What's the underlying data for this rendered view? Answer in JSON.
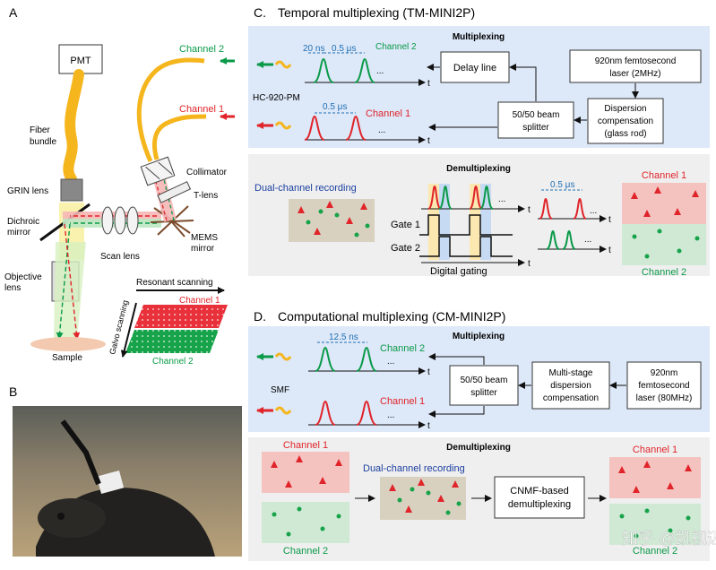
{
  "panels": {
    "a": "A",
    "b": "B",
    "c": "C.",
    "d": "D."
  },
  "panel_a": {
    "pmt": "PMT",
    "fiber_bundle_1": "Fiber",
    "fiber_bundle_2": "bundle",
    "grin_lens": "GRIN lens",
    "dichroic_1": "Dichroic",
    "dichroic_2": "mirror",
    "objective_1": "Objective",
    "objective_2": "lens",
    "sample": "Sample",
    "scan_lens": "Scan lens",
    "mems_1": "MEMS",
    "mems_2": "mirror",
    "t_lens": "T-lens",
    "collimator": "Collimator",
    "channel_2": "Channel 2",
    "channel_1": "Channel 1",
    "resonant_scanning": "Resonant scanning",
    "galvo_scanning": "Galvo scanning",
    "raster_channel_1": "Channel 1",
    "raster_channel_2": "Channel 2"
  },
  "panel_c": {
    "title": "Temporal multiplexing (TM-MINI2P)",
    "multiplexing": "Multiplexing",
    "delay_20ns": "20 ns",
    "period_ch2": "0.5 μs",
    "period_ch1": "0.5 μs",
    "channel_2": "Channel 2",
    "channel_1": "Channel 1",
    "fiber": "HC-920-PM",
    "t": "t",
    "ellipsis": "...",
    "delay_line": "Delay line",
    "laser_1": "920nm femtosecond",
    "laser_2": "laser (2MHz)",
    "splitter_1": "50/50 beam",
    "splitter_2": "splitter",
    "dispersion_1": "Dispersion",
    "dispersion_2": "compensation",
    "dispersion_3": "(glass rod)",
    "demultiplexing": "Demultiplexing",
    "dual_channel": "Dual-channel recording",
    "gate_1": "Gate 1",
    "gate_2": "Gate 2",
    "digital_gating": "Digital gating",
    "period_out": "0.5 μs",
    "out_channel_1": "Channel 1",
    "out_channel_2": "Channel 2"
  },
  "panel_d": {
    "title": "Computational multiplexing (CM-MINI2P)",
    "multiplexing": "Multiplexing",
    "delay_12ns": "12.5 ns",
    "channel_2": "Channel 2",
    "channel_1": "Channel 1",
    "fiber": "SMF",
    "t": "t",
    "ellipsis": "...",
    "splitter_1": "50/50 beam",
    "splitter_2": "splitter",
    "dispersion_1": "Multi-stage",
    "dispersion_2": "dispersion",
    "dispersion_3": "compensation",
    "laser_1": "920nm",
    "laser_2": "femtosecond",
    "laser_3": "laser (80MHz)",
    "demultiplexing": "Demultiplexing",
    "in_channel_1": "Channel 1",
    "in_channel_2": "Channel 2",
    "dual_channel": "Dual-channel recording",
    "cnmf_1": "CNMF-based",
    "cnmf_2": "demultiplexing",
    "out_channel_1": "Channel 1",
    "out_channel_2": "Channel 2"
  },
  "watermark": "知乎 @凯视迈",
  "colors": {
    "red": "#e0242a",
    "green": "#0a9a48",
    "fiber": "#f5b51c",
    "blue_panel": "#dde8f8",
    "gray_panel": "#efefef",
    "box_text": "#1a1a1a",
    "dim_blue": "#1f6fb3"
  },
  "icons": [
    "arrow-icon",
    "fiber-squiggle-icon",
    "pulse-icon"
  ]
}
